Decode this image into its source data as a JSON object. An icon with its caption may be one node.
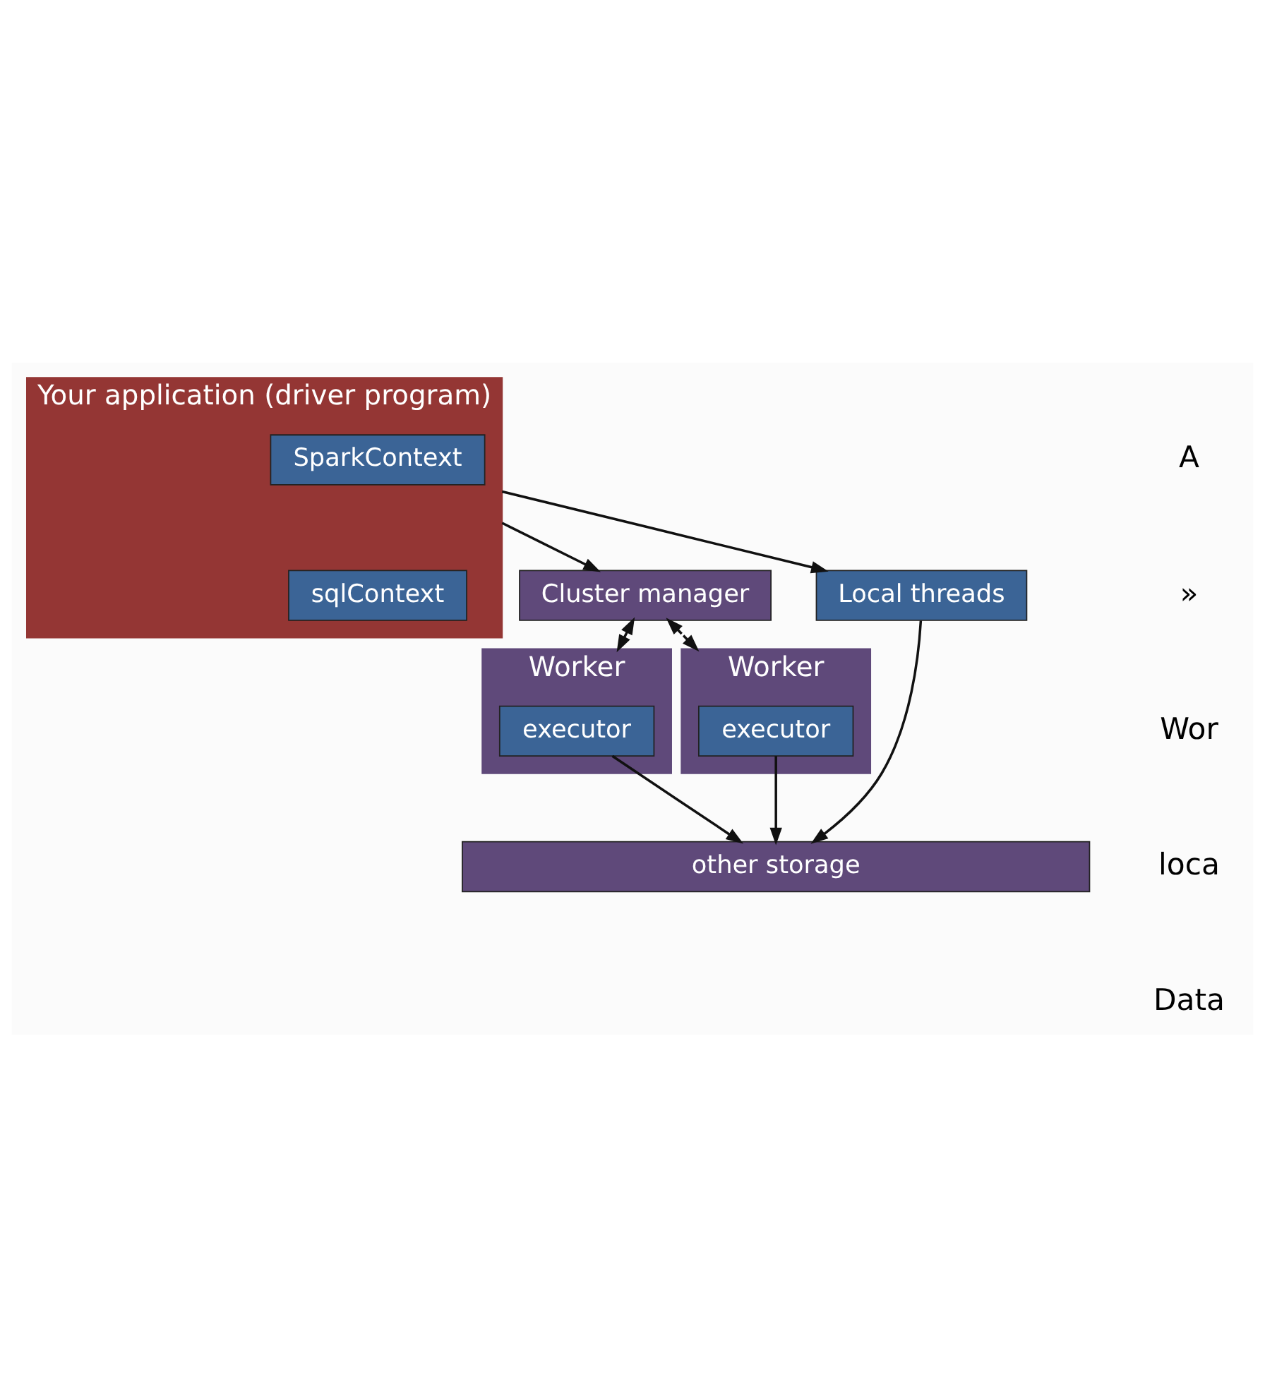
{
  "diagram": {
    "nodes": [
      {
        "text": [
          "Your application (driver program)"
        ]
      },
      {
        "text": [
          "SparkContext"
        ],
        "in": 0
      },
      {
        "text": [
          "sqlContext"
        ],
        "in": 0
      },
      {
        "text": [
          "Cluster manager"
        ]
      },
      {
        "text": [
          "Local threads"
        ]
      },
      {
        "text": [
          "Worker"
        ]
      },
      {
        "text": [
          "executor"
        ],
        "in": 5
      },
      {
        "text": [
          "Worker"
        ]
      },
      {
        "text": [
          "executor"
        ],
        "in": 7
      },
      {
        "text": [
          "other storage"
        ]
      }
    ],
    "edges": [
      {
        "from": 0,
        "to": 3,
        "arrow": "to"
      },
      {
        "from": 0,
        "to": 4,
        "arrow": "to"
      },
      {
        "from": 3,
        "to": 5,
        "arrow": "both",
        "style": "dashed"
      },
      {
        "from": 3,
        "to": 7,
        "arrow": "both",
        "style": "dashed"
      },
      {
        "from": 6,
        "to": 9,
        "arrow": "to"
      },
      {
        "from": 8,
        "to": 9,
        "arrow": "to"
      },
      {
        "from": 4,
        "to": 9,
        "arrow": "to"
      }
    ],
    "labels": [
      "A",
      "»",
      "Wor",
      "loca",
      "Data"
    ]
  }
}
